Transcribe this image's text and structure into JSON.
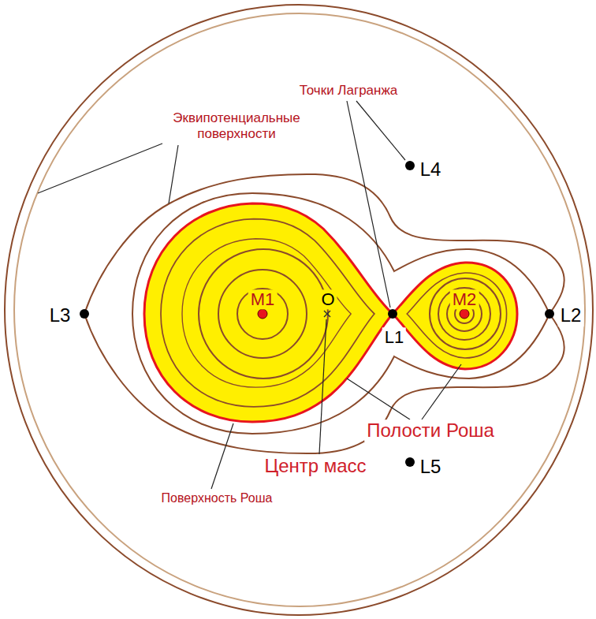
{
  "diagram": {
    "labels": [
      "Точки Лагранжа",
      "Эквипотенциальные поверхности",
      "L4",
      "L3",
      "M1",
      "O",
      "L1",
      "M2",
      "L2",
      "Полости Роша",
      "Центр масс",
      "L5",
      "Поверхность Роша"
    ]
  }
}
